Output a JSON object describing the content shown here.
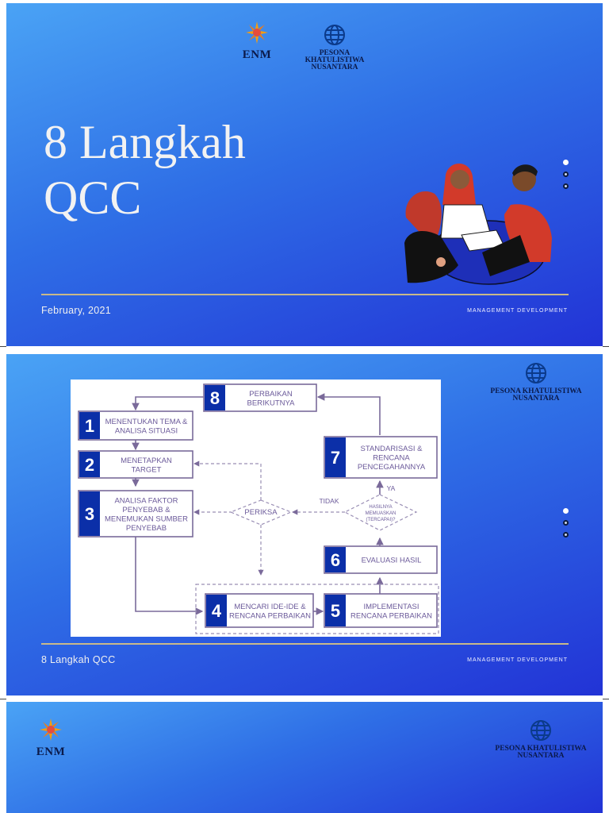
{
  "slide1": {
    "title_line1": "8 Langkah",
    "title_line2": "QCC",
    "date": "February, 2021",
    "footer_right": "MANAGEMENT DEVELOPMENT",
    "logo_enm": "ENM",
    "logo_pk_line1": "PESONA KHATULISTIWA",
    "logo_pk_line2": "NUSANTARA"
  },
  "slide2": {
    "footer_left": "8 Langkah QCC",
    "footer_right": "MANAGEMENT DEVELOPMENT",
    "logo_pk_line1": "PESONA KHATULISTIWA",
    "logo_pk_line2": "NUSANTARA",
    "flow": {
      "steps": [
        {
          "num": "1",
          "lines": [
            "MENENTUKAN TEMA &",
            "ANALISA SITUASI"
          ]
        },
        {
          "num": "2",
          "lines": [
            "MENETAPKAN",
            "TARGET"
          ]
        },
        {
          "num": "3",
          "lines": [
            "ANALISA FAKTOR",
            "PENYEBAB &",
            "MENEMUKAN SUMBER",
            "PENYEBAB"
          ]
        },
        {
          "num": "4",
          "lines": [
            "MENCARI IDE-IDE &",
            "RENCANA PERBAIKAN"
          ]
        },
        {
          "num": "5",
          "lines": [
            "IMPLEMENTASI",
            "RENCANA PERBAIKAN"
          ]
        },
        {
          "num": "6",
          "lines": [
            "EVALUASI HASIL"
          ]
        },
        {
          "num": "7",
          "lines": [
            "STANDARISASI &",
            "RENCANA",
            "PENCEGAHANNYA"
          ]
        },
        {
          "num": "8",
          "lines": [
            "PERBAIKAN",
            "BERIKUTNYA"
          ]
        }
      ],
      "decision_check": "PERIKSA",
      "decision_result": [
        "HASILNYA",
        "MEMUASKAN",
        "(TERCAPAI)?"
      ],
      "label_no": "TIDAK",
      "label_yes": "YA"
    }
  },
  "slide3": {
    "logo_enm": "ENM",
    "logo_pk_line1": "PESONA KHATULISTIWA",
    "logo_pk_line2": "NUSANTARA"
  },
  "colors": {
    "accent_rule": "#c9b989",
    "number_block": "#0b2fa8",
    "box_border": "#7a6a9a"
  }
}
